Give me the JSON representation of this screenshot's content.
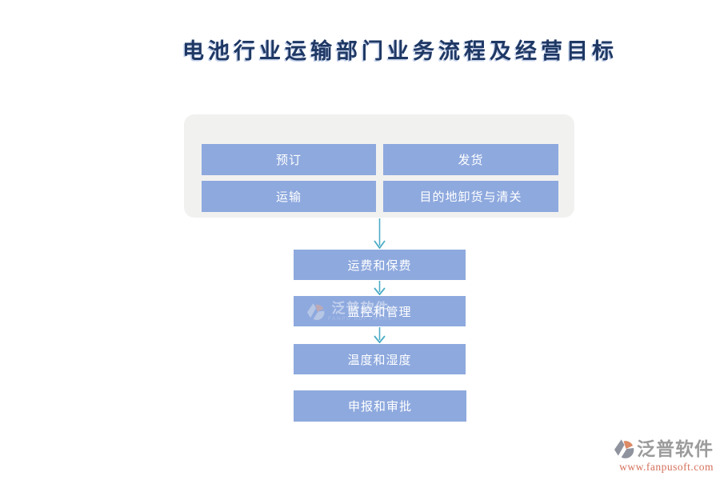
{
  "page": {
    "title": "电池行业运输部门业务流程及经营目标"
  },
  "flowchart": {
    "top_group": {
      "boxes": [
        {
          "label": "预订"
        },
        {
          "label": "发货"
        },
        {
          "label": "运输"
        },
        {
          "label": "目的地卸货与清关"
        }
      ]
    },
    "sequence_boxes": [
      {
        "label": "运费和保费"
      },
      {
        "label": "监控和管理"
      },
      {
        "label": "温度和湿度"
      },
      {
        "label": "申报和审批"
      }
    ]
  },
  "watermark": {
    "name": "泛普软件",
    "subtext": "FANPU SOFTWARE"
  },
  "footer": {
    "brand": "泛普软件",
    "url": "www.fanpusoft.com"
  },
  "colors": {
    "title_navy": "#1f3864",
    "box_blue": "#8ea9de",
    "container_gray": "#f1f1f0",
    "arrow_teal": "#4bacc6",
    "footer_gray": "#9b9b9b",
    "footer_orange": "#d5705c"
  }
}
